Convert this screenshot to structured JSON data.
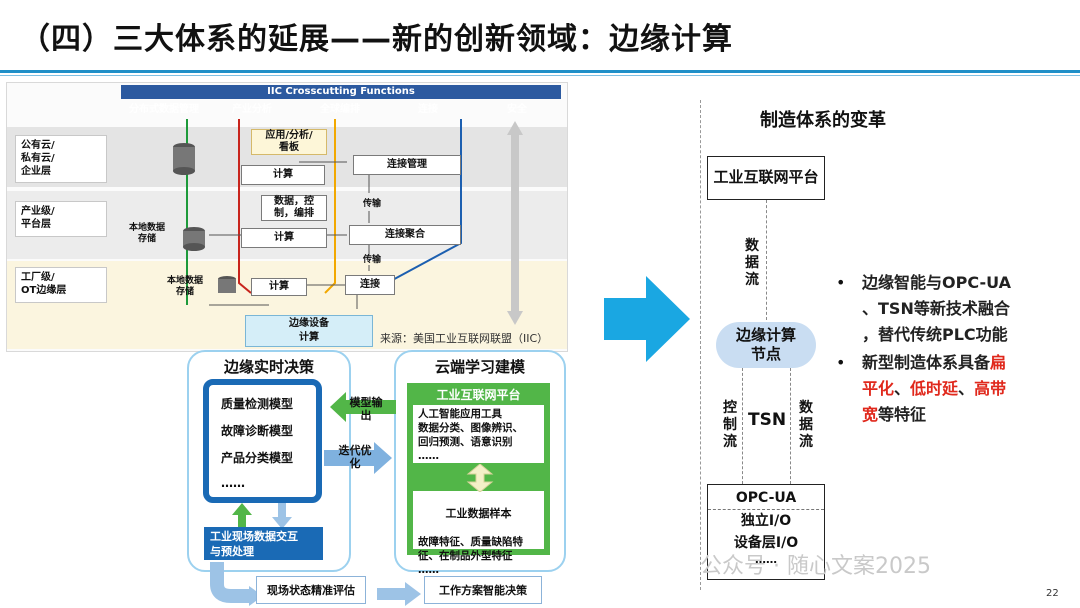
{
  "title": "（四）三大体系的延展——新的创新领域：边缘计算",
  "iic": {
    "header": "IIC Crosscutting Functions",
    "functions": [
      {
        "label": "分布式数据管理",
        "color": "#1d9a3a"
      },
      {
        "label": "产业分析",
        "color": "#c8241c"
      },
      {
        "label": "全球编排",
        "color": "#f2a800"
      },
      {
        "label": "连接",
        "color": "#1c5fb0"
      },
      {
        "label": "安全",
        "color": "#7a7a7a"
      }
    ],
    "layers": [
      "公有云/\n私有云/\n企业层",
      "产业级/\n平台层",
      "工厂级/\nOT边缘层"
    ],
    "boxes": {
      "app_analysis": "应用/分析/\n看板",
      "compute": "计算",
      "conn_mgmt": "连接管理",
      "data_control": "数据，控\n制，编排",
      "transport": "传输",
      "local_storage": "本地数据\n存储",
      "conn_aggr": "连接聚合",
      "connect": "连接",
      "edge_device": "边缘设备",
      "compute2": "计算"
    },
    "source": "来源：美国工业互联网联盟（IIC）"
  },
  "edge_panel": {
    "title": "边缘实时决策",
    "models": [
      "质量检测模型",
      "故障诊断模型",
      "产品分类模型",
      "……"
    ],
    "data_bar": "工业现场数据交互\n与预处理"
  },
  "cloud_panel": {
    "title": "云端学习建模",
    "platform": "工业互联网平台",
    "ai_tools": "人工智能应用工具\n数据分类、图像辨识、\n回归预测、语意识别\n……",
    "samples_title": "工业数据样本",
    "samples": "故障特征、质量缺陷特\n征、在制品外型特征\n……"
  },
  "arrows": {
    "model_out": "模型输\n出",
    "iterate": "迭代优\n化"
  },
  "bottom": {
    "assess": "现场状态精准评估",
    "decide": "工作方案智能决策"
  },
  "right": {
    "title": "制造体系的变革",
    "platform": "工业互联网平台",
    "data_flow_1": "数\n据\n流",
    "edge_node": "边缘计算\n节点",
    "control_flow": "控\n制\n流",
    "tsn": "TSN",
    "data_flow_2": "数\n据\n流",
    "opcua": "OPC-UA",
    "io": "独立I/O",
    "device_io": "设备层I/O",
    "ellipsis": "……"
  },
  "bullets": [
    {
      "parts": [
        {
          "t": "边缘智能与OPC-UA\n、TSN等新技术融合\n，替代传统PLC功能",
          "red": false
        }
      ]
    },
    {
      "parts": [
        {
          "t": "新型制造体系具备",
          "red": false
        },
        {
          "t": "扁\n平化",
          "red": true
        },
        {
          "t": "、",
          "red": false
        },
        {
          "t": "低时延",
          "red": true
        },
        {
          "t": "、",
          "red": false
        },
        {
          "t": "高带\n宽",
          "red": true
        },
        {
          "t": "等特征",
          "red": false
        }
      ]
    }
  ],
  "watermark": "公众号 · 随心文案2025",
  "page_number": "22"
}
